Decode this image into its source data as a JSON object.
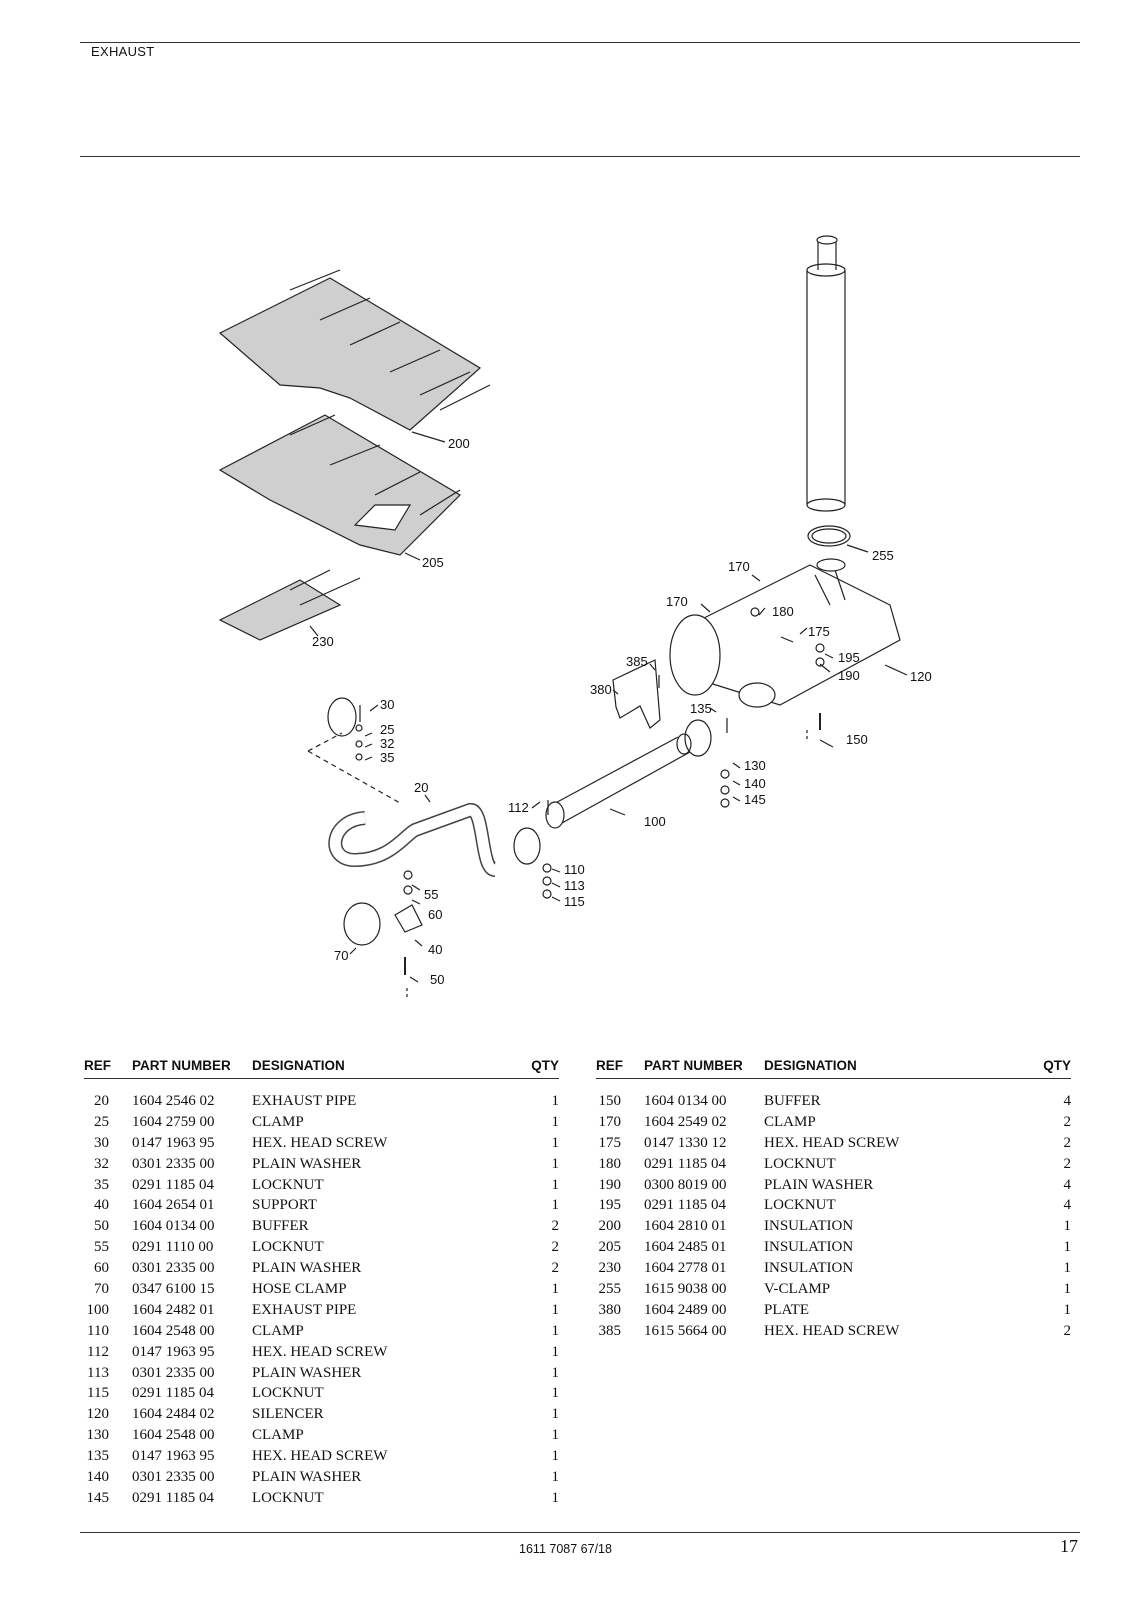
{
  "header": {
    "section_title": "EXHAUST"
  },
  "diagram": {
    "callouts": [
      "200",
      "205",
      "230",
      "255",
      "170",
      "170",
      "180",
      "175",
      "195",
      "190",
      "120",
      "385",
      "380",
      "135",
      "150",
      "30",
      "25",
      "32",
      "35",
      "20",
      "112",
      "100",
      "130",
      "140",
      "145",
      "110",
      "113",
      "115",
      "55",
      "60",
      "40",
      "70",
      "50"
    ]
  },
  "table": {
    "columns": {
      "ref": "REF",
      "part_number": "PART NUMBER",
      "designation": "DESIGNATION",
      "qty": "QTY"
    },
    "left": [
      {
        "ref": "20",
        "pn": "1604 2546 02",
        "des": "EXHAUST PIPE",
        "qty": "1"
      },
      {
        "ref": "25",
        "pn": "1604 2759 00",
        "des": "CLAMP",
        "qty": "1"
      },
      {
        "ref": "30",
        "pn": "0147 1963 95",
        "des": "HEX. HEAD SCREW",
        "qty": "1"
      },
      {
        "ref": "32",
        "pn": "0301 2335 00",
        "des": "PLAIN WASHER",
        "qty": "1"
      },
      {
        "ref": "35",
        "pn": "0291 1185 04",
        "des": "LOCKNUT",
        "qty": "1"
      },
      {
        "ref": "40",
        "pn": "1604 2654 01",
        "des": "SUPPORT",
        "qty": "1"
      },
      {
        "ref": "50",
        "pn": "1604 0134 00",
        "des": "BUFFER",
        "qty": "2"
      },
      {
        "ref": "55",
        "pn": "0291 1110 00",
        "des": "LOCKNUT",
        "qty": "2"
      },
      {
        "ref": "60",
        "pn": "0301 2335 00",
        "des": "PLAIN WASHER",
        "qty": "2"
      },
      {
        "ref": "70",
        "pn": "0347 6100 15",
        "des": "HOSE CLAMP",
        "qty": "1"
      },
      {
        "ref": "100",
        "pn": "1604 2482 01",
        "des": "EXHAUST PIPE",
        "qty": "1"
      },
      {
        "ref": "110",
        "pn": "1604 2548 00",
        "des": "CLAMP",
        "qty": "1"
      },
      {
        "ref": "112",
        "pn": "0147 1963 95",
        "des": "HEX. HEAD SCREW",
        "qty": "1"
      },
      {
        "ref": "113",
        "pn": "0301 2335 00",
        "des": "PLAIN WASHER",
        "qty": "1"
      },
      {
        "ref": "115",
        "pn": "0291 1185 04",
        "des": "LOCKNUT",
        "qty": "1"
      },
      {
        "ref": "120",
        "pn": "1604 2484 02",
        "des": "SILENCER",
        "qty": "1"
      },
      {
        "ref": "130",
        "pn": "1604 2548 00",
        "des": "CLAMP",
        "qty": "1"
      },
      {
        "ref": "135",
        "pn": "0147 1963 95",
        "des": "HEX. HEAD SCREW",
        "qty": "1"
      },
      {
        "ref": "140",
        "pn": "0301 2335 00",
        "des": "PLAIN WASHER",
        "qty": "1"
      },
      {
        "ref": "145",
        "pn": "0291 1185 04",
        "des": "LOCKNUT",
        "qty": "1"
      }
    ],
    "right": [
      {
        "ref": "150",
        "pn": "1604 0134 00",
        "des": "BUFFER",
        "qty": "4"
      },
      {
        "ref": "170",
        "pn": "1604 2549 02",
        "des": "CLAMP",
        "qty": "2"
      },
      {
        "ref": "175",
        "pn": "0147 1330 12",
        "des": "HEX. HEAD SCREW",
        "qty": "2"
      },
      {
        "ref": "180",
        "pn": "0291 1185 04",
        "des": "LOCKNUT",
        "qty": "2"
      },
      {
        "ref": "190",
        "pn": "0300 8019 00",
        "des": "PLAIN WASHER",
        "qty": "4"
      },
      {
        "ref": "195",
        "pn": "0291 1185 04",
        "des": "LOCKNUT",
        "qty": "4"
      },
      {
        "ref": "200",
        "pn": "1604 2810 01",
        "des": "INSULATION",
        "qty": "1"
      },
      {
        "ref": "205",
        "pn": "1604 2485 01",
        "des": "INSULATION",
        "qty": "1"
      },
      {
        "ref": "230",
        "pn": "1604 2778 01",
        "des": "INSULATION",
        "qty": "1"
      },
      {
        "ref": "255",
        "pn": "1615 9038 00",
        "des": "V-CLAMP",
        "qty": "1"
      },
      {
        "ref": "380",
        "pn": "1604 2489 00",
        "des": "PLATE",
        "qty": "1"
      },
      {
        "ref": "385",
        "pn": "1615 5664 00",
        "des": "HEX. HEAD SCREW",
        "qty": "2"
      }
    ]
  },
  "footer": {
    "document_code": "1611 7087 67/18",
    "page_number": "17"
  }
}
